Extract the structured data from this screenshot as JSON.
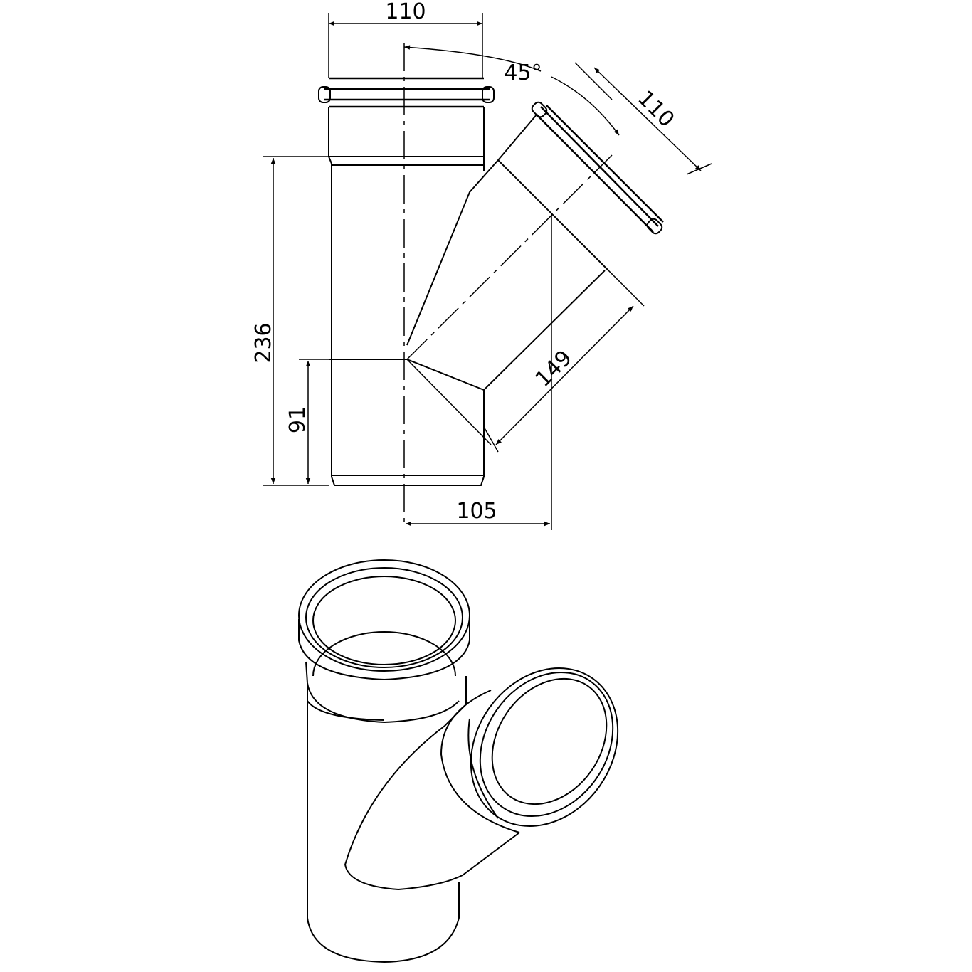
{
  "drawing": {
    "title": "45° branch fitting technical drawing",
    "dimensions": {
      "main_diameter": "110",
      "branch_angle": "45°",
      "branch_diameter": "110",
      "overall_length": "236",
      "branch_height": "91",
      "branch_length": "149",
      "branch_offset": "105"
    },
    "colors": {
      "line": "#000000",
      "background": "#ffffff"
    }
  }
}
